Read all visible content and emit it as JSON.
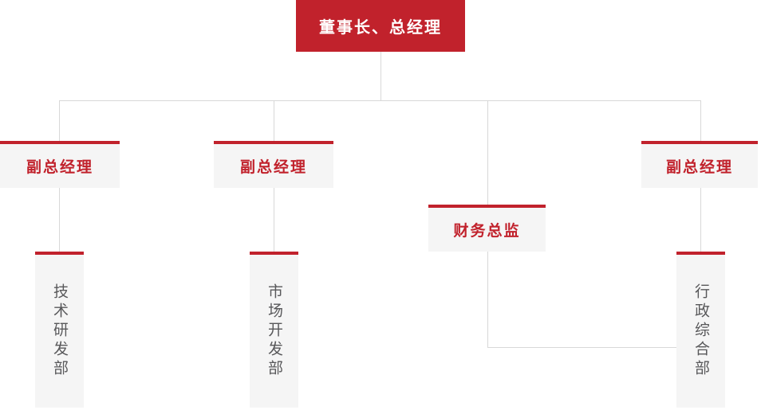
{
  "org_chart": {
    "root": {
      "label": "董事长、总经理"
    },
    "managers": [
      {
        "label": "副总经理"
      },
      {
        "label": "副总经理"
      },
      {
        "label": "财务总监"
      },
      {
        "label": "副总经理"
      }
    ],
    "departments": [
      {
        "label": "技术研发部"
      },
      {
        "label": "市场开发部"
      },
      {
        "label": "行政综合部"
      }
    ],
    "colors": {
      "primary_red": "#c1222c",
      "node_background": "#f5f5f5",
      "connector_line": "#d8d8d8",
      "department_text": "#58585a"
    }
  }
}
